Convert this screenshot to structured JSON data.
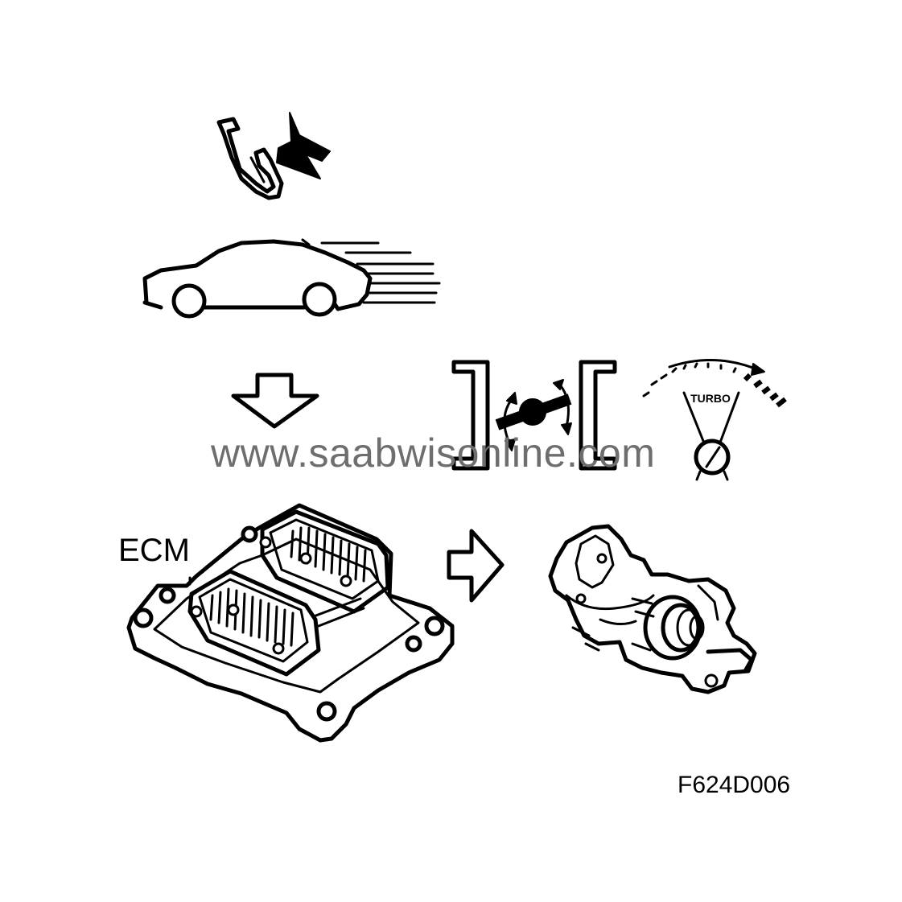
{
  "labels": {
    "ecm": "ECM",
    "gauge_label": "TURBO",
    "figure_code": "F624D006"
  },
  "watermark": "www.saabwisonline.com",
  "icons": [
    "accelerator-pedal-icon",
    "press-arrow-icon",
    "car-motion-icon",
    "down-arrow-icon",
    "throttle-valve-icon",
    "turbo-gauge-icon",
    "ecm-unit-icon",
    "right-arrow-icon",
    "turbocharger-icon"
  ],
  "colors": {
    "line": "#000000",
    "background": "#ffffff",
    "watermark": "#6e6e6e"
  }
}
